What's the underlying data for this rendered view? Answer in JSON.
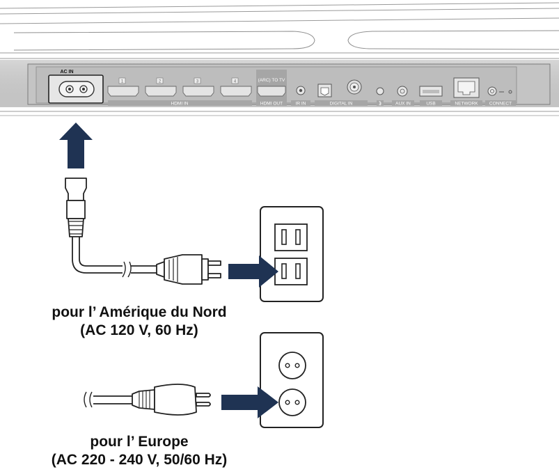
{
  "colors": {
    "arrow": "#1f3353",
    "outline": "#222222",
    "device_gray": "#b8b8b8",
    "label_strip": "#a6a6a6"
  },
  "device": {
    "ac_in_label": "AC IN",
    "hdmi_port_numbers": [
      "1",
      "2",
      "3",
      "4"
    ],
    "hdmi_in_label": "HDMI IN",
    "arc_label": "(ARC) TO TV",
    "hdmi_out_label": "HDMI OUT",
    "ir_in_label": "IR IN",
    "digital_in_label": "DIGITAL IN",
    "aux_in_label": "AUX IN",
    "usb_label": "USB",
    "network_label": "NETWORK",
    "connect_label": "CONNECT"
  },
  "icons": {
    "up_arrow": "arrow-up-icon",
    "right_arrow": "arrow-right-icon",
    "bluetooth": "bluetooth-icon",
    "plug_type_a": "us-plug-icon",
    "plug_europlug": "euro-plug-icon"
  },
  "captions": {
    "north_america": {
      "line1": "pour l’ Amérique du Nord",
      "line2": "(AC 120 V, 60 Hz)"
    },
    "europe": {
      "line1": "pour l’ Europe",
      "line2": "(AC 220 - 240 V, 50/60 Hz)"
    }
  }
}
